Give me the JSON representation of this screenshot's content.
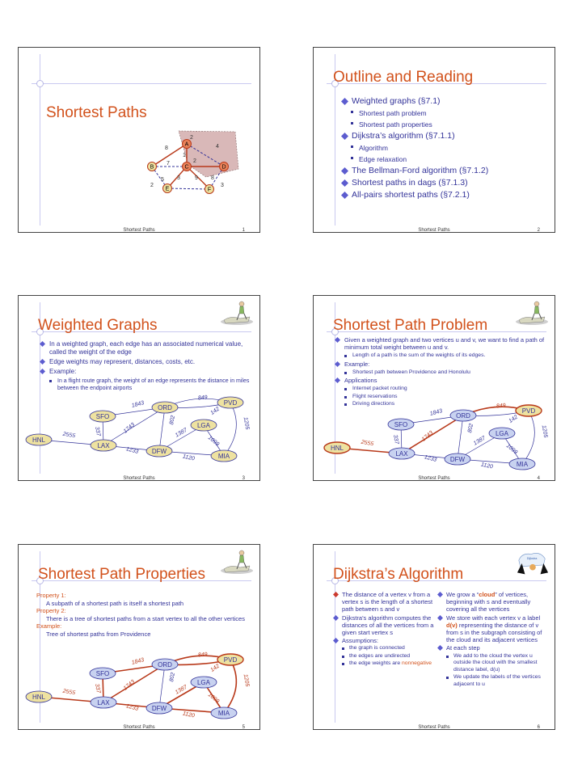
{
  "footer_label": "Shortest Paths",
  "slides": [
    {
      "title": "Shortest Paths",
      "page": "1",
      "diagram": {
        "nodes": [
          "A",
          "B",
          "C",
          "D",
          "E",
          "F"
        ],
        "weights": [
          "8",
          "4",
          "2",
          "1",
          "7",
          "2",
          "3",
          "9",
          "5",
          "8",
          "2",
          "3"
        ]
      }
    },
    {
      "title": "Outline and Reading",
      "page": "2",
      "items": [
        {
          "text": "Weighted graphs (§7.1)",
          "sub": [
            "Shortest path problem",
            "Shortest path properties"
          ]
        },
        {
          "text": "Dijkstra’s algorithm  (§7.1.1)",
          "sub": [
            "Algorithm",
            "Edge relaxation"
          ]
        },
        {
          "text": "The Bellman-Ford algorithm  (§7.1.2)",
          "sub": []
        },
        {
          "text": "Shortest paths in dags (§7.1.3)",
          "sub": []
        },
        {
          "text": "All-pairs shortest paths  (§7.2.1)",
          "sub": []
        }
      ]
    },
    {
      "title": "Weighted Graphs",
      "page": "3",
      "items": [
        {
          "text": "In a weighted graph, each edge has an associated numerical value, called the weight of the edge",
          "sub": []
        },
        {
          "text": "Edge weights may represent, distances, costs, etc.",
          "sub": []
        },
        {
          "text": "Example:",
          "sub": [
            "In a  flight route graph, the weight of an edge represents the distance in miles between the endpoint airports"
          ]
        }
      ]
    },
    {
      "title": "Shortest Path Problem",
      "page": "4",
      "items": [
        {
          "text": "Given a weighted graph and two vertices u and v, we want to find a path of minimum total weight between u and v.",
          "sub": [
            "Length of a path is the sum of the weights of its edges."
          ]
        },
        {
          "text": "Example:",
          "sub": [
            "Shortest path between Providence and Honolulu"
          ]
        },
        {
          "text": "Applications",
          "sub": [
            "Internet packet routing",
            "Flight reservations",
            "Driving directions"
          ]
        }
      ]
    },
    {
      "title": "Shortest Path Properties",
      "page": "5",
      "props": [
        {
          "head": "Property 1:",
          "text": "A subpath of a shortest path is itself a shortest path"
        },
        {
          "head": "Property 2:",
          "text": "There is a tree of shortest paths from a start vertex to all the other vertices"
        },
        {
          "head": "Example:",
          "text": "Tree of shortest paths from Providence"
        }
      ]
    },
    {
      "title": "Dijkstra’s Algorithm",
      "page": "6",
      "left": [
        {
          "text": "The distance of a vertex v from a vertex s is the length of a shortest path between s and v",
          "sub": []
        },
        {
          "text": "Dijkstra’s algorithm computes the distances of all the vertices from a given start vertex s",
          "sub": []
        },
        {
          "text": "Assumptions:",
          "sub": [
            "the graph is connected",
            "the edges are undirected"
          ]
        }
      ],
      "left_last_sub_prefix": "the edge weights are",
      "left_last_sub_highlight": "nonnegative",
      "right_1_pre": "We grow a “",
      "right_1_bold": "cloud",
      "right_1_post": "” of vertices, beginning with s and eventually covering all the vertices",
      "right_2_pre": "We store with each vertex v a label ",
      "right_2_label": "d(v)",
      "right_2_post": " representing the distance of v from s in the subgraph consisting of the cloud and its adjacent vertices",
      "right_3": {
        "text": "At each step",
        "sub": [
          "We add to the cloud the vertex u outside the cloud with the smallest distance label, d(u)",
          "We update the labels of the vertices adjacent to u"
        ]
      },
      "clip_label": "Dijkstra"
    }
  ],
  "airports": {
    "nodes": [
      "SFO",
      "ORD",
      "PVD",
      "LGA",
      "HNL",
      "LAX",
      "DFW",
      "MIA"
    ],
    "edges": [
      "1843",
      "849",
      "142",
      "802",
      "1743",
      "1205",
      "337",
      "1387",
      "1099",
      "2555",
      "1233",
      "1120"
    ]
  },
  "colors": {
    "title": "#d2521c",
    "text": "#333399",
    "node_fill": "#eee2a0",
    "node_fill_blue": "#c8d2f0",
    "path": "#b8391a"
  }
}
